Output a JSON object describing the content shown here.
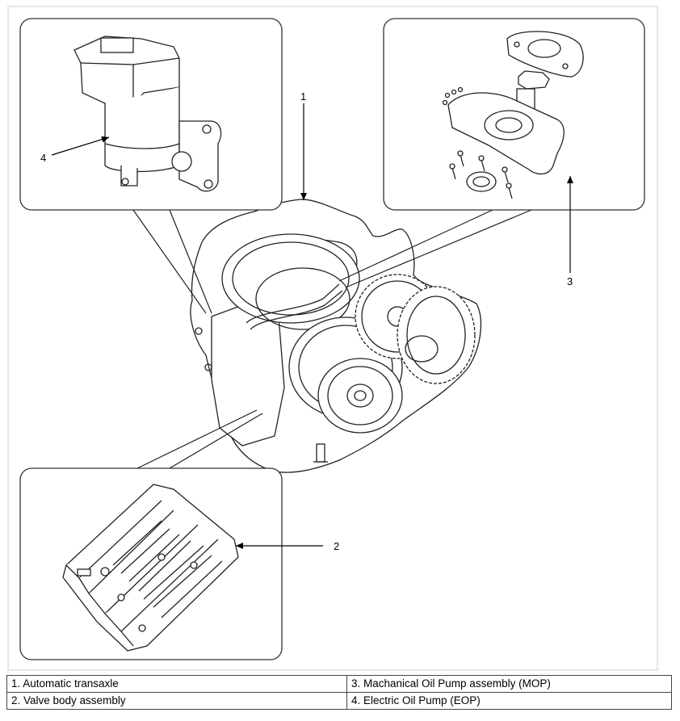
{
  "figure": {
    "callouts": [
      "1",
      "2",
      "3",
      "4"
    ]
  },
  "legend": {
    "rows": [
      [
        "1. Automatic transaxle",
        "3. Machanical Oil Pump assembly (MOP)"
      ],
      [
        "2. Valve body assembly",
        "4. Electric Oil Pump (EOP)"
      ]
    ]
  }
}
